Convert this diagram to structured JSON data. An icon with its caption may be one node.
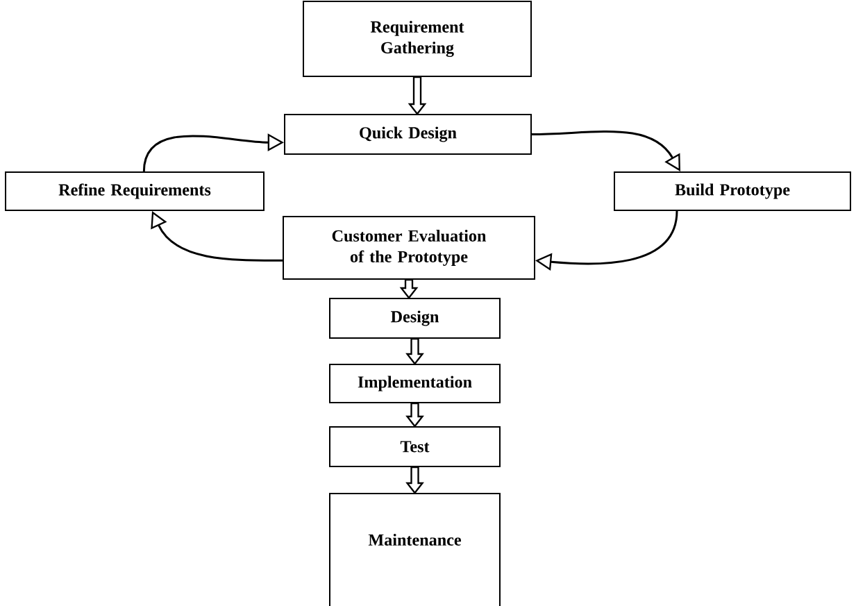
{
  "diagram": {
    "nodes": [
      {
        "text": [
          "Requirement Gathering"
        ]
      },
      {
        "text": [
          "Quick Design"
        ]
      },
      {
        "text": [
          "Refine Requirements"
        ]
      },
      {
        "text": [
          "Build Prototype"
        ]
      },
      {
        "text": [
          "Customer Evaluation of the Prototype"
        ]
      },
      {
        "text": [
          "Design"
        ]
      },
      {
        "text": [
          "Implementation"
        ]
      },
      {
        "text": [
          "Test"
        ]
      },
      {
        "text": [
          "Maintenance"
        ]
      }
    ],
    "edges": [
      {
        "from": 0,
        "to": 1,
        "arrow": "to"
      },
      {
        "from": 1,
        "to": 3,
        "arrow": "to"
      },
      {
        "from": 3,
        "to": 4,
        "arrow": "to"
      },
      {
        "from": 4,
        "to": 2,
        "arrow": "to"
      },
      {
        "from": 2,
        "to": 1,
        "arrow": "to"
      },
      {
        "from": 4,
        "to": 5,
        "arrow": "to"
      },
      {
        "from": 5,
        "to": 6,
        "arrow": "to"
      },
      {
        "from": 6,
        "to": 7,
        "arrow": "to"
      },
      {
        "from": 7,
        "to": 8,
        "arrow": "to"
      }
    ]
  }
}
